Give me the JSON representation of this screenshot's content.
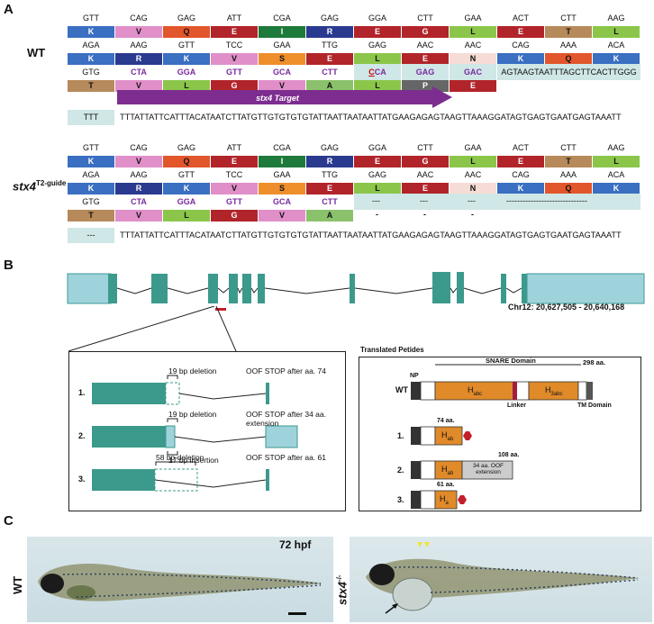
{
  "panels": {
    "a": "A",
    "b": "B",
    "c": "C"
  },
  "panel_a": {
    "wt_label": "WT",
    "mut_label_main": "stx4",
    "mut_label_sup": "T2-guide",
    "colors": {
      "K": "#3a6fc1",
      "V": "#e08fc9",
      "Q": "#e2562b",
      "E": "#b1242a",
      "I": "#1d7a3a",
      "R": "#2a3a8f",
      "G": "#b1242a",
      "L": "#8bc64a",
      "T": "#b68a5a",
      "S": "#ef8f2b",
      "N": "#f6dcd6",
      "A": "#8bc16b",
      "P": "#666666"
    },
    "wt": {
      "row1": {
        "codons": [
          "GTT",
          "CAG",
          "GAG",
          "ATT",
          "CGA",
          "GAG",
          "GGA",
          "CTT",
          "GAA",
          "ACT",
          "CTT",
          "AAG"
        ],
        "aa": [
          "K",
          "V",
          "Q",
          "E",
          "I",
          "R",
          "E",
          "G",
          "L",
          "E",
          "T",
          "L"
        ]
      },
      "row2": {
        "codons": [
          "AGA",
          "AAG",
          "GTT",
          "TCC",
          "GAA",
          "TTG",
          "GAG",
          "AAC",
          "AAC",
          "CAG",
          "AAA",
          "ACA"
        ],
        "aa": [
          "K",
          "R",
          "K",
          "V",
          "S",
          "E",
          "L",
          "E",
          "N",
          "K",
          "Q",
          "K"
        ]
      },
      "row3": {
        "codons": [
          "GTG",
          "CTA",
          "GGA",
          "GTT",
          "GCA",
          "CTT",
          "CCA",
          "GAG",
          "GAC"
        ],
        "aa": [
          "T",
          "V",
          "L",
          "G",
          "V",
          "A",
          "L",
          "P",
          "E"
        ],
        "cca_first": "C",
        "cca_rest": "CA",
        "tail": "AGTAAGTAATTTAGCTTCACTTGGG"
      },
      "target": "stx4 Target",
      "intron_box": "TTT",
      "intron_seq": "TTTATTATTCATTTACATAATCTTATGTTGTGTGTGTATTAATTAATAATTATGAAGAGAGTAAGTTAAAGGATAGTGAGTGAATGAGTAAATT"
    },
    "mut": {
      "row1": {
        "codons": [
          "GTT",
          "CAG",
          "GAG",
          "ATT",
          "CGA",
          "GAG",
          "GGA",
          "CTT",
          "GAA",
          "ACT",
          "CTT",
          "AAG"
        ],
        "aa": [
          "K",
          "V",
          "Q",
          "E",
          "I",
          "R",
          "E",
          "G",
          "L",
          "E",
          "T",
          "L"
        ]
      },
      "row2": {
        "codons": [
          "AGA",
          "AAG",
          "GTT",
          "TCC",
          "GAA",
          "TTG",
          "GAG",
          "AAC",
          "AAC",
          "CAG",
          "AAA",
          "ACA"
        ],
        "aa": [
          "K",
          "R",
          "K",
          "V",
          "S",
          "E",
          "L",
          "E",
          "N",
          "K",
          "Q",
          "K"
        ]
      },
      "row3": {
        "codons": [
          "GTG",
          "CTA",
          "GGA",
          "GTT",
          "GCA",
          "CTT"
        ],
        "aa": [
          "T",
          "V",
          "L",
          "G",
          "V",
          "A"
        ],
        "dashes": [
          "---",
          "---",
          "---",
          "------------------------------"
        ],
        "dash_aa": [
          "-",
          "-",
          "-"
        ]
      },
      "intron_box": "---",
      "intron_seq": "TTTATTATTCATTTACATAATCTTATGTTGTGTGTGTATTAATTAATAATTATGAAGAGAGTAAGTTAAAGGATAGTGAGTGAATGAGTAAATT"
    }
  },
  "panel_b": {
    "chr_label": "Chr12: 20,627,505 - 20,640,168",
    "alleles": [
      {
        "num": "1.",
        "deletion": "19 bp deletion",
        "stop": "OOF STOP after aa. 74"
      },
      {
        "num": "2.",
        "deletion": "19 bp deletion",
        "insertion": "17 bp insertion",
        "stop": "OOF STOP after  34 aa. extension"
      },
      {
        "num": "3.",
        "deletion": "58 bp deletion",
        "stop": "OOF STOP after aa. 61"
      }
    ],
    "peptides": {
      "title": "Translated Petides",
      "snare": "SNARE Domain",
      "np": "NP",
      "wt": "WT",
      "length": "298 aa.",
      "habc_main": "H",
      "habc_sub": "abc",
      "h3abc_main": "H",
      "h3abc_sub": "3abc",
      "linker": "Linker",
      "tm": "TM Domain",
      "p1": {
        "num": "1.",
        "len": "74 aa.",
        "main": "H",
        "sub": "ab"
      },
      "p2": {
        "num": "2.",
        "len": "108 aa.",
        "main": "H",
        "sub": "ab",
        "ext": "34 aa. OOF extension"
      },
      "p3": {
        "num": "3.",
        "len": "61 aa.",
        "main": "H",
        "sub": "a"
      }
    }
  },
  "panel_c": {
    "wt_label": "WT",
    "time": "72 hpf",
    "mut_label": "stx4",
    "mut_sup": "-/-"
  }
}
